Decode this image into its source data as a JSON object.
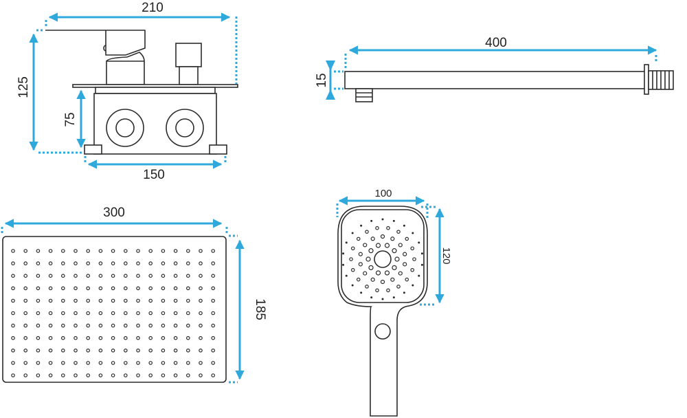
{
  "colors": {
    "dimension": "#2fa8dc",
    "outline": "#2b2b2b"
  },
  "mixer": {
    "width_label": "210",
    "height_label": "125",
    "box_height_label": "75",
    "box_width_label": "150"
  },
  "shower_arm": {
    "length_label": "400",
    "diameter_label": "15"
  },
  "rain_shower": {
    "width_label": "300",
    "depth_label": "185",
    "nozzle_rows": 11,
    "nozzle_cols": 17
  },
  "hand_shower": {
    "width_label": "100",
    "height_label": "120"
  }
}
